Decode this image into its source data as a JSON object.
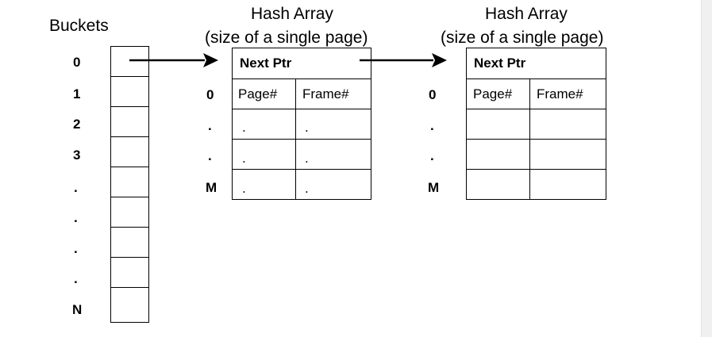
{
  "buckets": {
    "title": "Buckets",
    "labels": [
      "0",
      "1",
      "2",
      "3",
      ".",
      ".",
      ".",
      ".",
      "N"
    ]
  },
  "hash_array_1": {
    "title": "Hash Array",
    "subtitle": "(size of a single page)",
    "next_ptr": "Next Ptr",
    "col_page": "Page#",
    "col_frame": "Frame#",
    "row_labels": [
      "0",
      ".",
      ".",
      "M"
    ],
    "cell_dot": "."
  },
  "hash_array_2": {
    "title": "Hash Array",
    "subtitle": "(size of a single page)",
    "next_ptr": "Next Ptr",
    "col_page": "Page#",
    "col_frame": "Frame#",
    "row_labels": [
      "0",
      ".",
      ".",
      "M"
    ]
  }
}
